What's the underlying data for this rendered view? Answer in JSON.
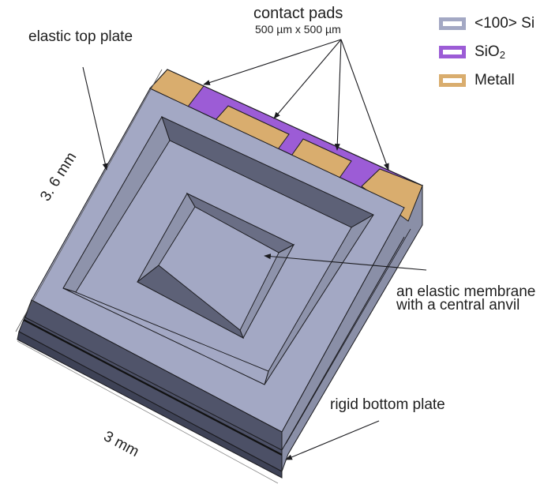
{
  "labels": {
    "contact_pads": "contact pads",
    "contact_pads_size": "500 µm x 500 µm",
    "elastic_top_plate": "elastic top plate",
    "dimension_side": "3. 6 mm",
    "dimension_front": "3 mm",
    "membrane_line1": "an elastic membrane",
    "membrane_line2": "with a central anvil",
    "rigid_bottom_plate": "rigid bottom plate"
  },
  "legend": {
    "items": [
      {
        "label": "<100> Si",
        "color": "#a3a8c4"
      },
      {
        "label": "SiO",
        "subscript": "2",
        "color": "#9c5cd6"
      },
      {
        "label": "Metall",
        "color": "#d9ad6e"
      }
    ]
  },
  "colors": {
    "si_top": "#a3a8c4",
    "si_side_dark": "#50546a",
    "si_bevel_dark": "#5d6177",
    "si_bevel_light": "#8e93ab",
    "oxide": "#9c5cd6",
    "metal": "#d9ad6e",
    "edge": "#1b1b1f"
  }
}
